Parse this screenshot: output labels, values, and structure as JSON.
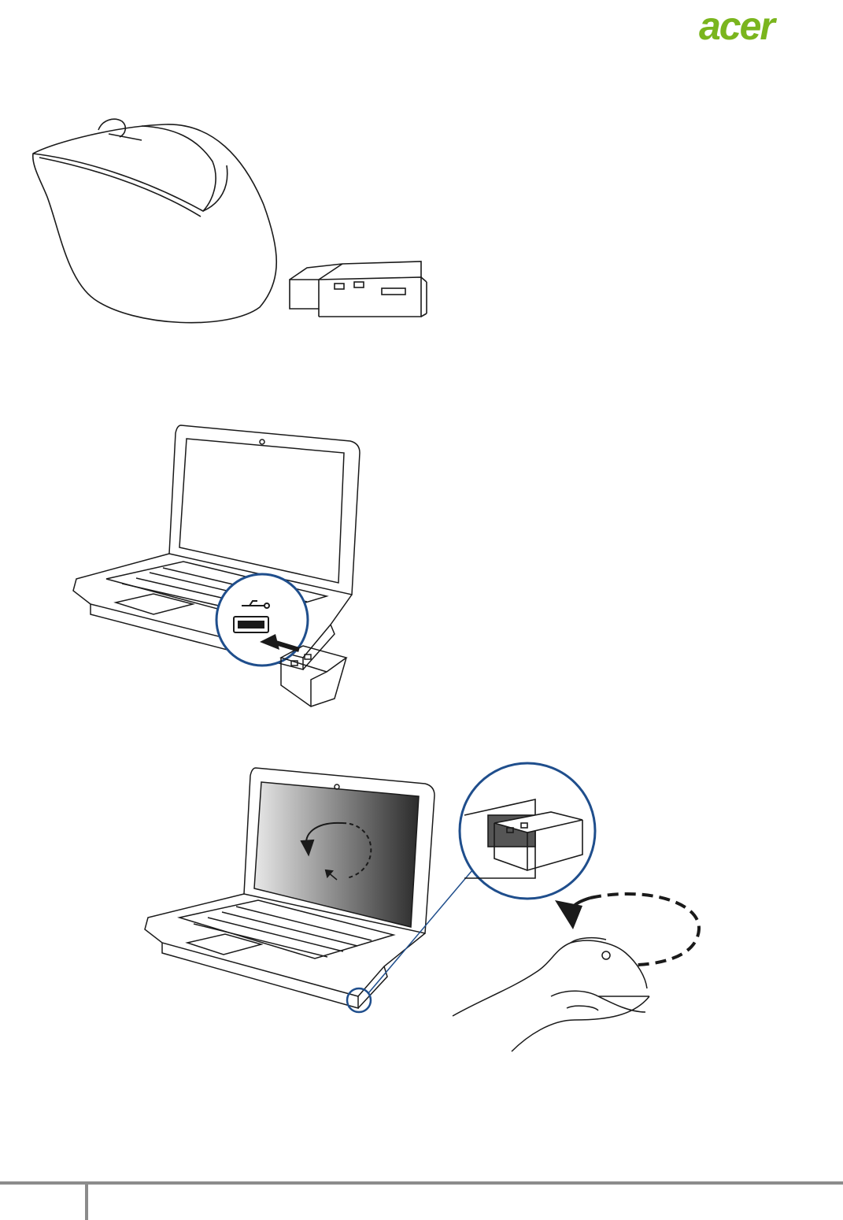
{
  "brand": {
    "logo_text": "acer",
    "logo_color": "#7ab51d"
  },
  "figures": [
    {
      "id": "mouse-and-receiver",
      "icon": "mouse-icon"
    },
    {
      "id": "insert-receiver",
      "icon": "usb-icon"
    },
    {
      "id": "pair-mouse",
      "icon": "hand-icon"
    }
  ],
  "colors": {
    "line": "#1a1a1a",
    "callout": "#1f4e8c"
  }
}
